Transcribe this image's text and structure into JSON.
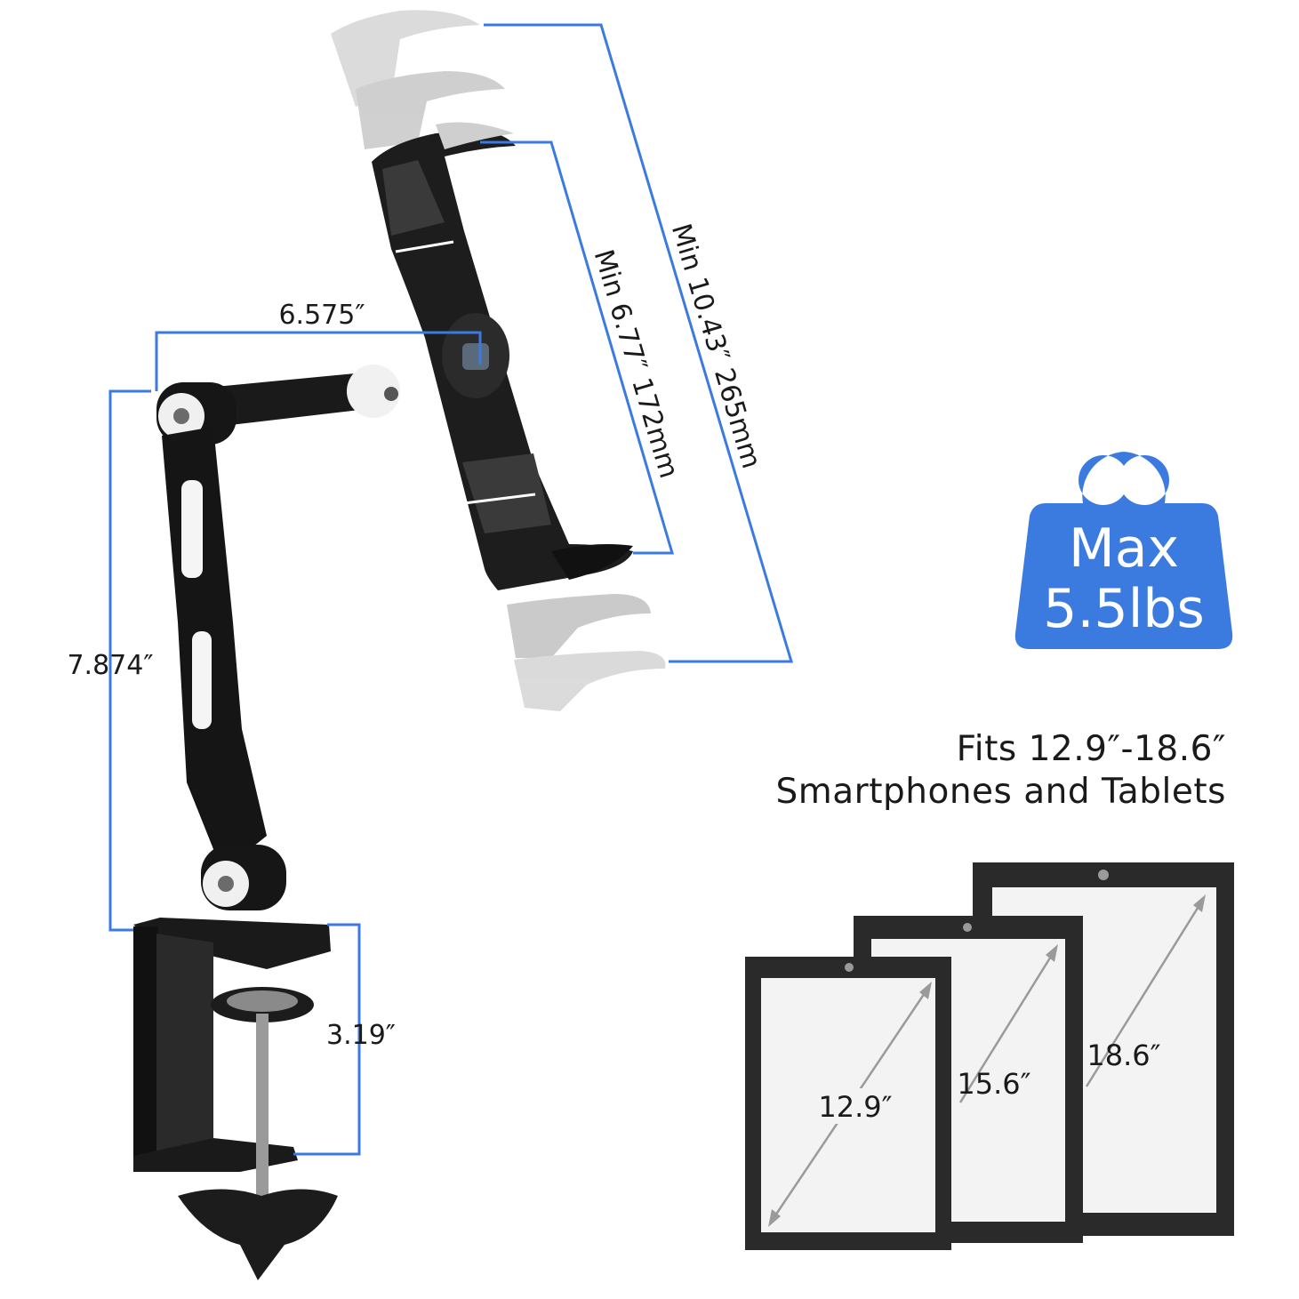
{
  "dimensions": {
    "arm_width": "6.575″",
    "arm_height": "7.874″",
    "clamp_opening": "3.19″",
    "min_inner_grip": "Min 6.77″ 172mm",
    "min_outer_grip": "Min 10.43″ 265mm"
  },
  "weight_badge": {
    "line1": "Max",
    "line2": "5.5lbs",
    "color": "#3b7be0"
  },
  "fits": {
    "line1": "Fits 12.9″-18.6″",
    "line2": "Smartphones and Tablets"
  },
  "tablets": [
    {
      "size": "12.9″"
    },
    {
      "size": "15.6″"
    },
    {
      "size": "18.6″"
    }
  ],
  "colors": {
    "accent": "#3b7be0",
    "frame": "#2a2a2a",
    "screen": "#f3f3f3"
  }
}
